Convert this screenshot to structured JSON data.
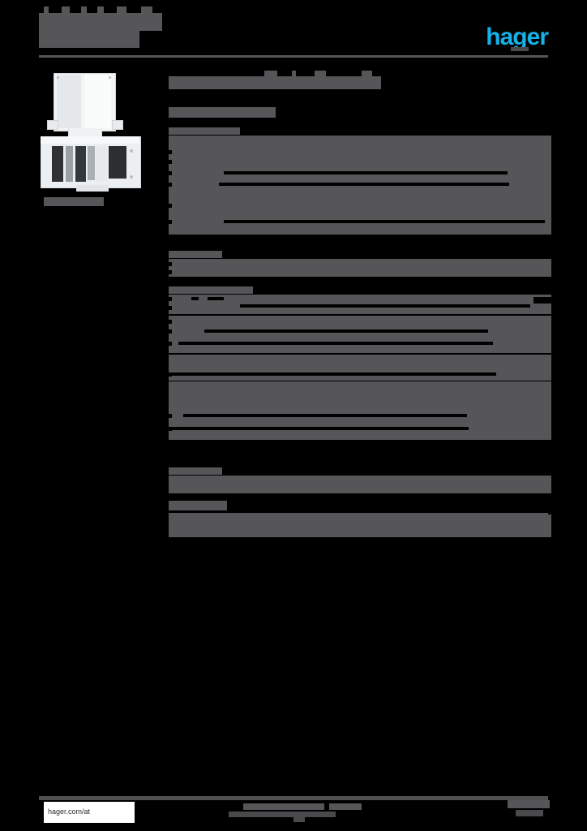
{
  "document": {
    "type": "product-datasheet",
    "brand": "hager",
    "brand_color": "#15b2e8",
    "page_background": "#000000",
    "redaction_color": "#565659",
    "redacted": true,
    "note_visible_text_only": true
  },
  "header": {
    "title_line1": "",
    "title_line2": "",
    "logo_text": "hager"
  },
  "left_column": {
    "product_image_alt": "",
    "caption": ""
  },
  "main": {
    "title": "",
    "subtitle": "",
    "sections": [
      {
        "heading": "",
        "rows": [
          {
            "label": "",
            "value": ""
          },
          {
            "label": "",
            "value": ""
          },
          {
            "label": "",
            "value": ""
          },
          {
            "label": "",
            "value": ""
          },
          {
            "label": "",
            "value": ""
          },
          {
            "label": "",
            "value": ""
          }
        ]
      },
      {
        "heading": "",
        "rows": [
          {
            "label": "",
            "value": ""
          },
          {
            "label": "",
            "value": ""
          }
        ]
      },
      {
        "heading": "",
        "rows": [
          {
            "label": "",
            "value": ""
          },
          {
            "label": "",
            "value": ""
          },
          {
            "label": "",
            "value": ""
          },
          {
            "label": "",
            "value": ""
          },
          {
            "label": "",
            "value": ""
          },
          {
            "label": "",
            "value": ""
          },
          {
            "label": "",
            "value": ""
          },
          {
            "label": "",
            "value": ""
          }
        ]
      },
      {
        "heading": "",
        "rows": [
          {
            "label": "",
            "value": ""
          },
          {
            "label": "",
            "value": ""
          },
          {
            "label": "",
            "value": ""
          }
        ]
      }
    ]
  },
  "footer": {
    "url": "hager.com/at",
    "center_text": "",
    "right_text": ""
  }
}
